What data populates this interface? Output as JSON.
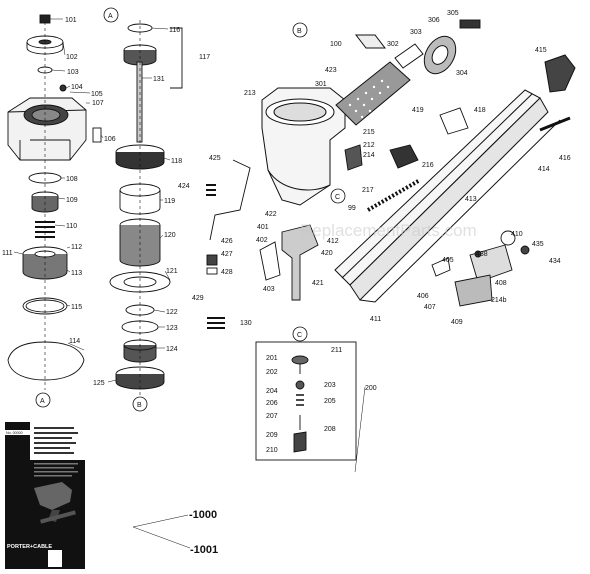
{
  "watermark": "ReplacementParts.com",
  "callouts": {
    "A": "A",
    "B": "B",
    "C": "C"
  },
  "parts": [
    "101",
    "102",
    "103",
    "104",
    "105",
    "107",
    "106",
    "108",
    "109",
    "110",
    "111",
    "112",
    "113",
    "115",
    "114",
    "116",
    "117",
    "131",
    "118",
    "119",
    "120",
    "121",
    "122",
    "123",
    "124",
    "125",
    "213",
    "301",
    "215",
    "212",
    "214",
    "217",
    "216",
    "99",
    "413",
    "412",
    "411",
    "422",
    "401",
    "402",
    "420",
    "426",
    "427",
    "428",
    "429",
    "403",
    "421",
    "130",
    "425",
    "424",
    "100",
    "302",
    "423",
    "303",
    "304",
    "305",
    "306",
    "419",
    "418",
    "415",
    "416",
    "414",
    "410",
    "435",
    "434",
    "438",
    "408",
    "406",
    "407",
    "405",
    "409",
    "214b",
    "201",
    "202",
    "211",
    "203",
    "204",
    "206",
    "205",
    "207",
    "208",
    "209",
    "210",
    "200"
  ],
  "assembly_numbers": [
    "-1000",
    "-1001"
  ],
  "manual": {
    "number": "No. 00000",
    "brand": "PORTER+CABLE"
  }
}
